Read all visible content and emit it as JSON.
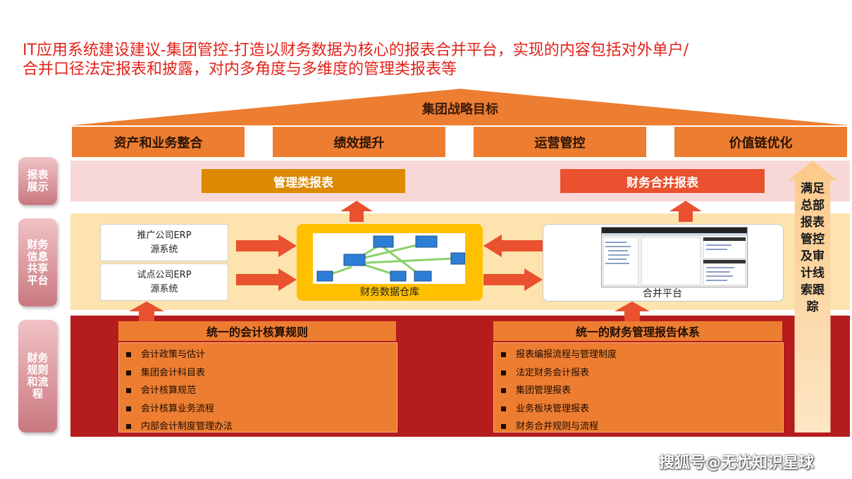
{
  "title": {
    "line1": "IT应用系统建设建议-集团管控-打造以财务数据为核心的报表合并平台，实现的内容包括对外单户/",
    "line2": "合并口径法定报表和披露，对内多角度与多维度的管理类报表等"
  },
  "roof": {
    "label": "集团战略目标"
  },
  "goals": [
    "资产和业务整合",
    "绩效提升",
    "运营管控",
    "价值链优化"
  ],
  "side_tabs": {
    "report": "报表展示",
    "share": "财务信息共享平台",
    "rules": "财务规则和流程"
  },
  "report_row": {
    "mgmt": "管理类报表",
    "finance": "财务合并报表"
  },
  "erp": [
    {
      "line1": "推广公司ERP",
      "line2": "源系统"
    },
    {
      "line1": "试点公司ERP",
      "line2": "源系统"
    }
  ],
  "warehouse": {
    "label": "财务数据仓库"
  },
  "platform": {
    "label": "合并平台"
  },
  "rules_left": {
    "header": "统一的会计核算规则",
    "items": [
      "会计政策与估计",
      "集团会计科目表",
      "会计核算规范",
      "会计核算业务流程",
      "内部会计制度管理办法"
    ]
  },
  "rules_right": {
    "header": "统一的财务管理报告体系",
    "items": [
      "报表编报流程与管理制度",
      "法定财务会计报表",
      "集团管理报表",
      "业务板块管理报表",
      "财务合并规则与流程"
    ]
  },
  "side_arrow": {
    "label": "满足总部报表管控及审计线索跟踪"
  },
  "watermark": "搜狐号@无忧知识星球",
  "colors": {
    "accent": "#e2231a",
    "orange": "#ed7d31",
    "dark_red": "#b51c1c",
    "gold": "#ffc000"
  }
}
